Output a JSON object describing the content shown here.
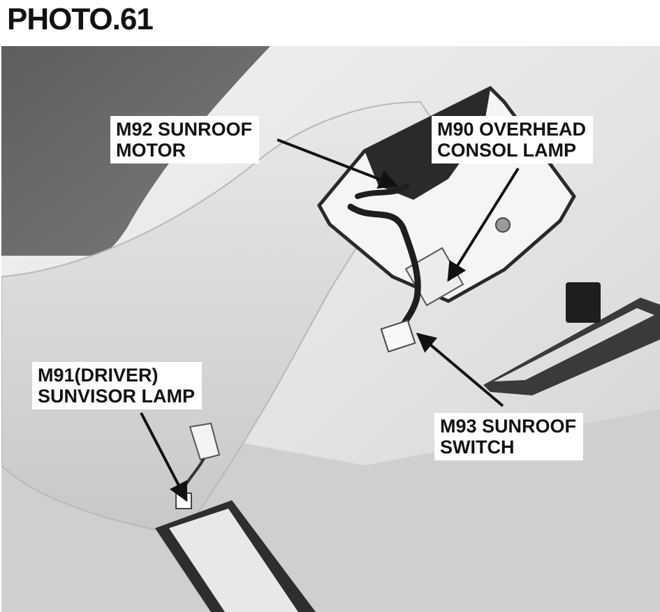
{
  "title": "PHOTO.61",
  "labels": {
    "m92": {
      "line1": "M92 SUNROOF",
      "line2": "MOTOR"
    },
    "m90": {
      "line1": "M90 OVERHEAD",
      "line2": "CONSOL LAMP"
    },
    "m91": {
      "line1": "M91(DRIVER)",
      "line2": "SUNVISOR LAMP"
    },
    "m93": {
      "line1": "M93 SUNROOF",
      "line2": "SWITCH"
    }
  },
  "colors": {
    "ink": "#111111",
    "headliner": "#e6e6e6",
    "sunroof_glass": "#6e6e6e",
    "label_bg": "#ffffff"
  }
}
